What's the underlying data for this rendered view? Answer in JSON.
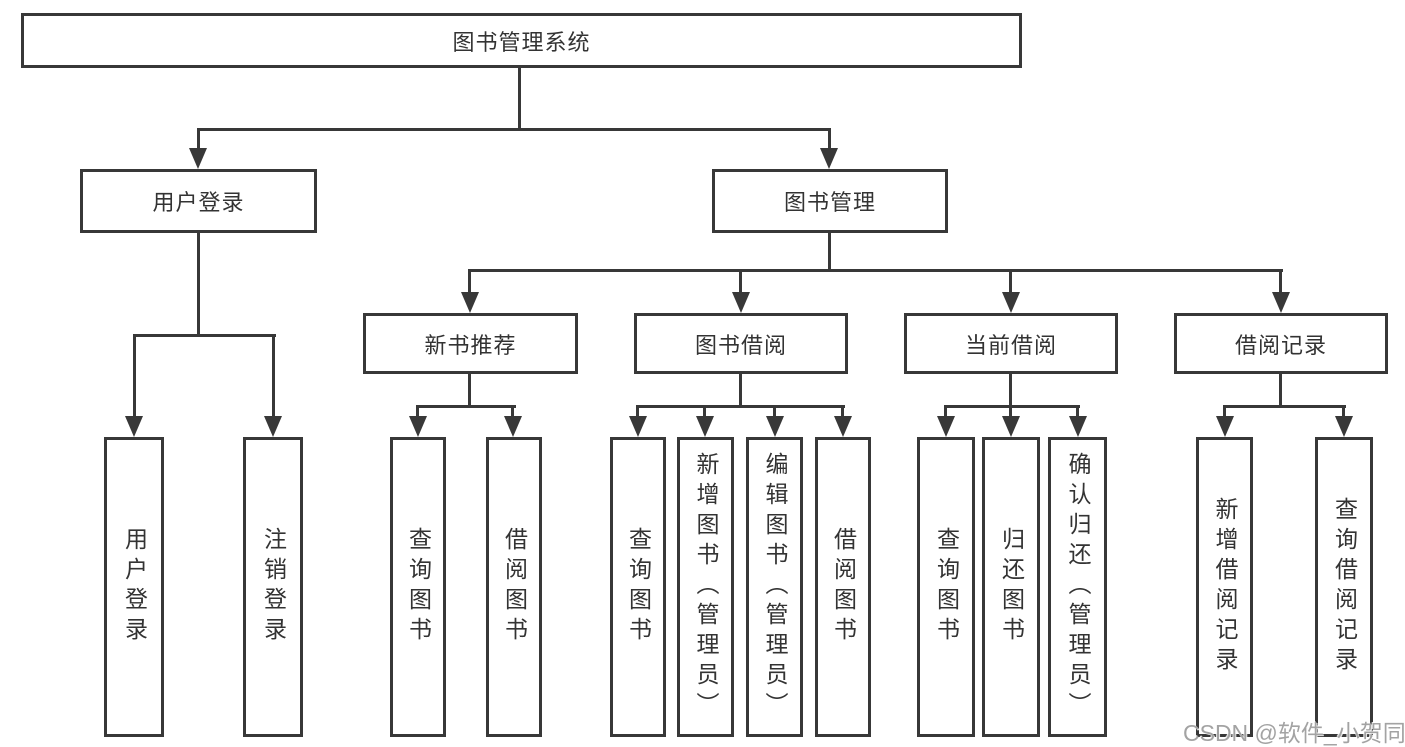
{
  "colors": {
    "line": "#383838",
    "box_border": "#383838",
    "text": "#333333",
    "watermark": "#a3a3a3",
    "background": "#ffffff"
  },
  "watermark": "CSDN @软件_小贺同学",
  "tree": {
    "label": "图书管理系统",
    "children": [
      {
        "label": "用户登录",
        "children": [
          {
            "label": "用户登录"
          },
          {
            "label": "注销登录"
          }
        ]
      },
      {
        "label": "图书管理",
        "children": [
          {
            "label": "新书推荐",
            "children": [
              {
                "label": "查询图书"
              },
              {
                "label": "借阅图书"
              }
            ]
          },
          {
            "label": "图书借阅",
            "children": [
              {
                "label": "查询图书"
              },
              {
                "label": "新增图书（管理员）"
              },
              {
                "label": "编辑图书（管理员）"
              },
              {
                "label": "借阅图书"
              }
            ]
          },
          {
            "label": "当前借阅",
            "children": [
              {
                "label": "查询图书"
              },
              {
                "label": "归还图书"
              },
              {
                "label": "确认归还（管理员）"
              }
            ]
          },
          {
            "label": "借阅记录",
            "children": [
              {
                "label": "新增借阅记录"
              },
              {
                "label": "查询借阅记录"
              }
            ]
          }
        ]
      }
    ]
  }
}
